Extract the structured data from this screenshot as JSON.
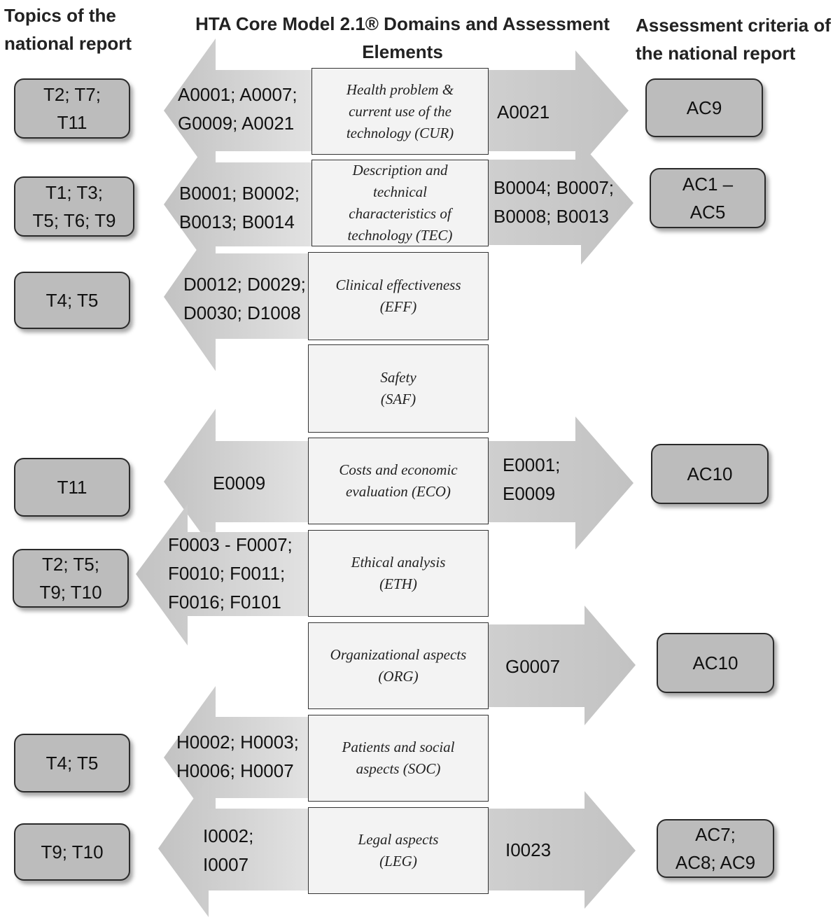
{
  "headers": {
    "left": [
      "Topics of the",
      "national report"
    ],
    "center": [
      "HTA Core Model 2.1® Domains and Assessment",
      "Elements"
    ],
    "right": [
      "Assessment criteria of",
      "the national report"
    ]
  },
  "domains": [
    {
      "lines": [
        "Health problem &",
        "current use of the",
        "technology (CUR)"
      ]
    },
    {
      "lines": [
        "Description and",
        "technical",
        "characteristics of",
        "technology (TEC)"
      ]
    },
    {
      "lines": [
        "Clinical effectiveness",
        "(EFF)"
      ]
    },
    {
      "lines": [
        "Safety",
        "(SAF)"
      ]
    },
    {
      "lines": [
        "Costs and economic",
        "evaluation (ECO)"
      ]
    },
    {
      "lines": [
        "Ethical analysis",
        "(ETH)"
      ]
    },
    {
      "lines": [
        "Organizational aspects",
        "(ORG)"
      ]
    },
    {
      "lines": [
        "Patients and social",
        "aspects (SOC)"
      ]
    },
    {
      "lines": [
        "Legal aspects",
        "(LEG)"
      ]
    }
  ],
  "left_codes": [
    [
      "A0001; A0007;",
      "G0009; A0021"
    ],
    [
      "B0001; B0002;",
      "B0013; B0014"
    ],
    [
      "D0012; D0029;",
      "D0030; D1008"
    ],
    [
      "E0009"
    ],
    [
      "F0003 - F0007;",
      "F0010; F0011;",
      "F0016; F0101"
    ],
    [
      "H0002; H0003;",
      "H0006; H0007"
    ],
    [
      "I0002;",
      "I0007"
    ]
  ],
  "right_codes": [
    [
      "A0021"
    ],
    [
      "B0004; B0007;",
      "B0008; B0013"
    ],
    [
      "E0001;",
      "E0009"
    ],
    [
      "G0007"
    ],
    [
      "I0023"
    ]
  ],
  "topics": [
    [
      "T2; T7;",
      "T11"
    ],
    [
      "T1; T3;",
      "T5; T6; T9"
    ],
    [
      "T4; T5"
    ],
    [
      "T11"
    ],
    [
      "T2; T5;",
      "T9; T10"
    ],
    [
      "T4; T5"
    ],
    [
      "T9; T10"
    ]
  ],
  "criteria": [
    [
      "AC9"
    ],
    [
      "AC1 –",
      "AC5"
    ],
    [
      "AC10"
    ],
    [
      "AC10"
    ],
    [
      "AC7;",
      "AC8; AC9"
    ]
  ]
}
